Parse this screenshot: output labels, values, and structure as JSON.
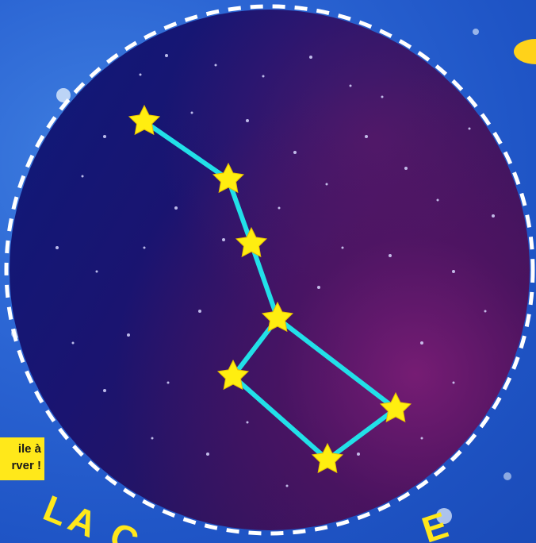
{
  "sticker": {
    "line1": "ile à",
    "line2": "rver !"
  },
  "title_fragment": "LA C",
  "title_fragment_right": "E",
  "colors": {
    "background_blue": "#2c66d4",
    "sky_dark": "#1a1470",
    "connector_line": "#22e0e8",
    "star_fill": "#ffee10",
    "sticker_yellow": "#ffe81a",
    "title_yellow": "#ffe81a"
  },
  "constellation": {
    "star_icon": "star-icon",
    "star_count": 7
  }
}
